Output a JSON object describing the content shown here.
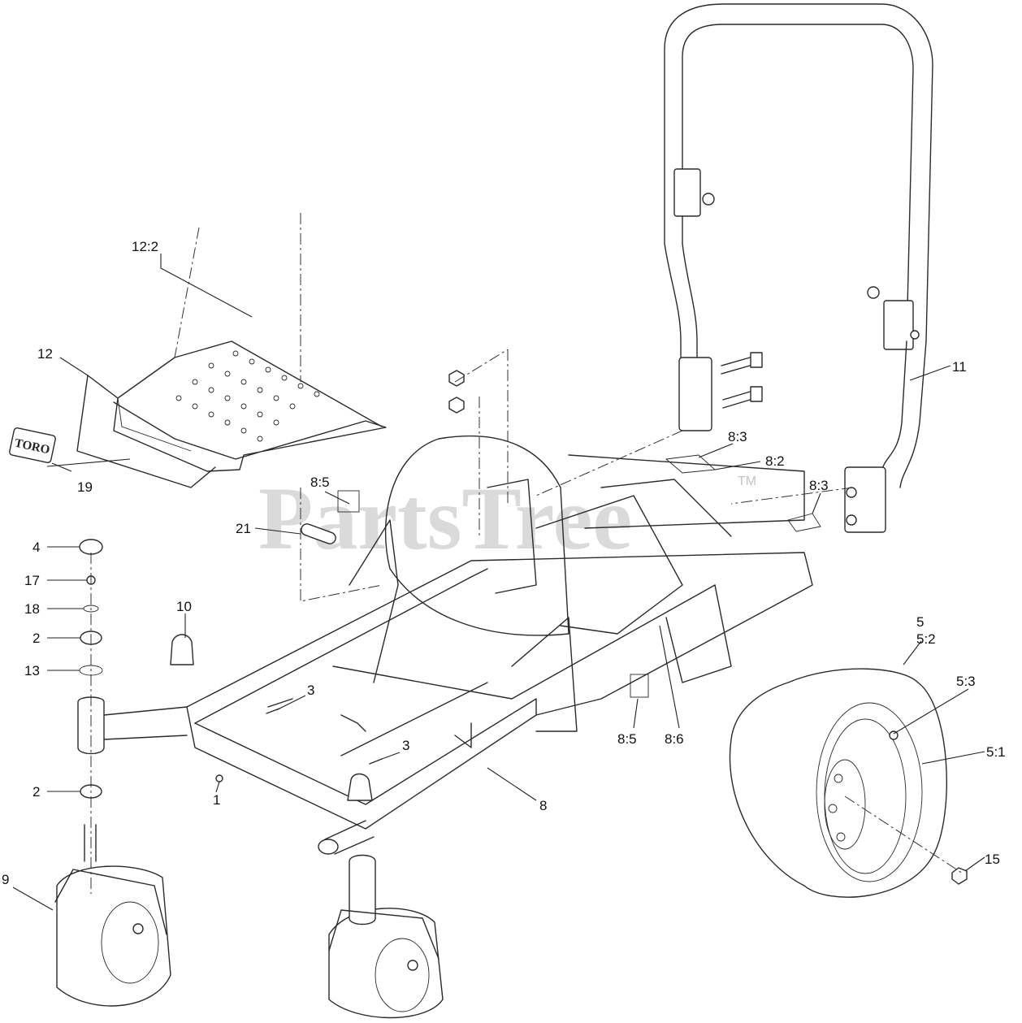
{
  "watermark": {
    "text": "PartsTree",
    "trademark": "TM"
  },
  "logo": {
    "text": "TORO"
  },
  "callouts": [
    {
      "id": "c-12-2",
      "label": "12:2"
    },
    {
      "id": "c-12",
      "label": "12"
    },
    {
      "id": "c-19",
      "label": "19"
    },
    {
      "id": "c-8-5-top",
      "label": "8:5"
    },
    {
      "id": "c-21",
      "label": "21"
    },
    {
      "id": "c-4",
      "label": "4"
    },
    {
      "id": "c-17",
      "label": "17"
    },
    {
      "id": "c-18",
      "label": "18"
    },
    {
      "id": "c-2-top",
      "label": "2"
    },
    {
      "id": "c-13",
      "label": "13"
    },
    {
      "id": "c-2-bottom",
      "label": "2"
    },
    {
      "id": "c-9",
      "label": "9"
    },
    {
      "id": "c-10",
      "label": "10"
    },
    {
      "id": "c-3-left",
      "label": "3"
    },
    {
      "id": "c-3-right",
      "label": "3"
    },
    {
      "id": "c-1",
      "label": "1"
    },
    {
      "id": "c-8",
      "label": "8"
    },
    {
      "id": "c-8-5-bottom",
      "label": "8:5"
    },
    {
      "id": "c-8-6",
      "label": "8:6"
    },
    {
      "id": "c-8-3-top",
      "label": "8:3"
    },
    {
      "id": "c-8-2",
      "label": "8:2"
    },
    {
      "id": "c-8-3-right",
      "label": "8:3"
    },
    {
      "id": "c-11",
      "label": "11"
    },
    {
      "id": "c-5",
      "label": "5"
    },
    {
      "id": "c-5-2",
      "label": "5:2"
    },
    {
      "id": "c-5-3",
      "label": "5:3"
    },
    {
      "id": "c-5-1",
      "label": "5:1"
    },
    {
      "id": "c-15",
      "label": "15"
    }
  ]
}
